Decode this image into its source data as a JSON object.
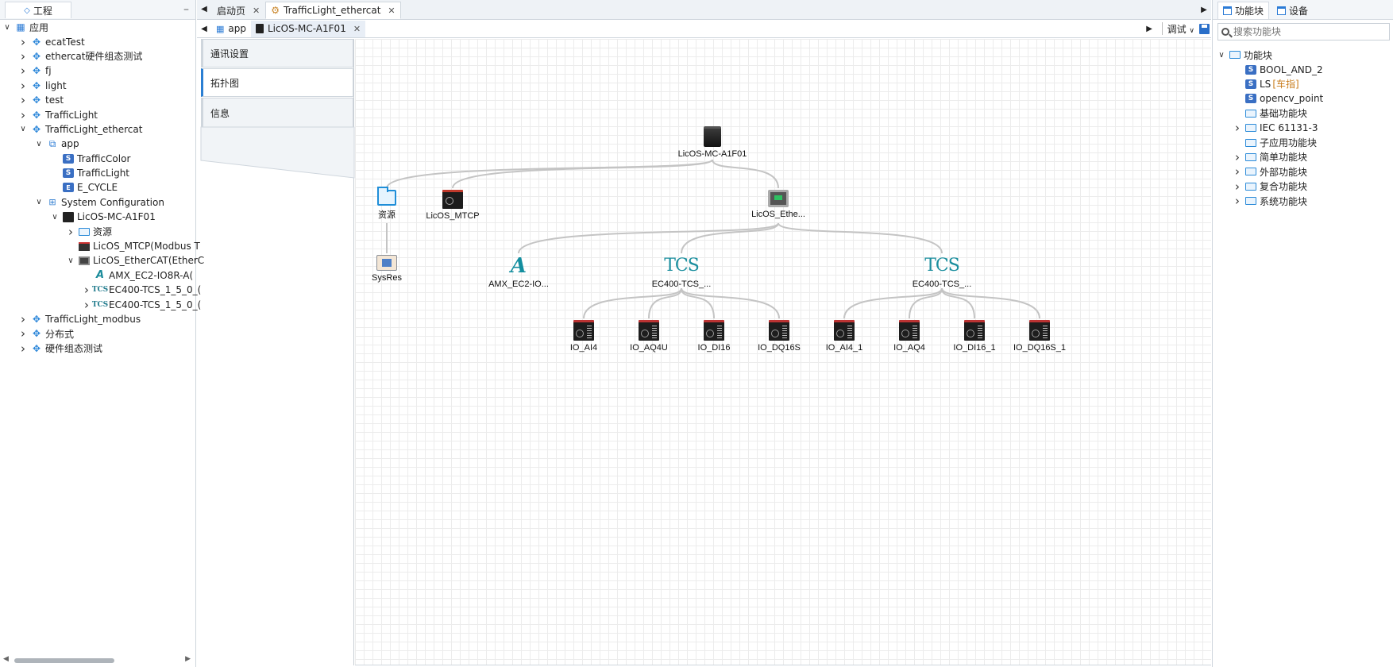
{
  "left_panel": {
    "tab_label": "工程",
    "tree": [
      {
        "label": "应用",
        "depth": 0,
        "chevron": "down",
        "icon": "app"
      },
      {
        "label": "ecatTest",
        "depth": 1,
        "chevron": "right",
        "icon": "project"
      },
      {
        "label": "ethercat硬件组态测试",
        "depth": 1,
        "chevron": "right",
        "icon": "project"
      },
      {
        "label": "fj",
        "depth": 1,
        "chevron": "right",
        "icon": "project"
      },
      {
        "label": "light",
        "depth": 1,
        "chevron": "right",
        "icon": "project"
      },
      {
        "label": "test",
        "depth": 1,
        "chevron": "right",
        "icon": "project"
      },
      {
        "label": "TrafficLight",
        "depth": 1,
        "chevron": "right",
        "icon": "project"
      },
      {
        "label": "TrafficLight_ethercat",
        "depth": 1,
        "chevron": "down",
        "icon": "project"
      },
      {
        "label": "app",
        "depth": 2,
        "chevron": "down",
        "icon": "app-folder"
      },
      {
        "label": "TrafficColor",
        "depth": 3,
        "chevron": "none",
        "icon": "struct"
      },
      {
        "label": "TrafficLight",
        "depth": 3,
        "chevron": "none",
        "icon": "struct"
      },
      {
        "label": "E_CYCLE",
        "depth": 3,
        "chevron": "none",
        "icon": "event"
      },
      {
        "label": "System Configuration",
        "depth": 2,
        "chevron": "down",
        "icon": "system"
      },
      {
        "label": "LicOS-MC-A1F01",
        "depth": 3,
        "chevron": "down",
        "icon": "device"
      },
      {
        "label": "资源",
        "depth": 4,
        "chevron": "right",
        "icon": "folder"
      },
      {
        "label": "LicOS_MTCP(Modbus T",
        "depth": 4,
        "chevron": "none",
        "icon": "mtcp"
      },
      {
        "label": "LicOS_EtherCAT(EtherC",
        "depth": 4,
        "chevron": "down",
        "icon": "ethercat"
      },
      {
        "label": "AMX_EC2-IO8R-A(",
        "depth": 5,
        "chevron": "none",
        "icon": "amx"
      },
      {
        "label": "EC400-TCS_1_5_0_(",
        "depth": 5,
        "chevron": "right",
        "icon": "tcs"
      },
      {
        "label": "EC400-TCS_1_5_0_(",
        "depth": 5,
        "chevron": "right",
        "icon": "tcs"
      },
      {
        "label": "TrafficLight_modbus",
        "depth": 1,
        "chevron": "right",
        "icon": "project"
      },
      {
        "label": "分布式",
        "depth": 1,
        "chevron": "right",
        "icon": "project"
      },
      {
        "label": "硬件组态测试",
        "depth": 1,
        "chevron": "right",
        "icon": "project"
      }
    ]
  },
  "editor": {
    "tabs": [
      {
        "label": "启动页",
        "active": false
      },
      {
        "label": "TrafficLight_ethercat",
        "active": true
      }
    ],
    "subtabs": [
      {
        "label": "app",
        "active": false
      },
      {
        "label": "LicOS-MC-A1F01",
        "active": true
      }
    ],
    "debug_label": "调试",
    "side_tabs": [
      {
        "label": "通讯设置",
        "active": false
      },
      {
        "label": "拓扑图",
        "active": true
      },
      {
        "label": "信息",
        "active": false
      }
    ]
  },
  "topology": {
    "nodes": [
      {
        "id": "root",
        "label": "LicOS-MC-A1F01",
        "icon": "plc"
      },
      {
        "id": "res",
        "label": "资源",
        "icon": "folder"
      },
      {
        "id": "mtcp",
        "label": "LicOS_MTCP",
        "icon": "mtcp"
      },
      {
        "id": "eth",
        "label": "LicOS_Ethe...",
        "icon": "ethernet"
      },
      {
        "id": "sysres",
        "label": "SysRes",
        "icon": "sysres"
      },
      {
        "id": "amx",
        "label": "AMX_EC2-IO...",
        "icon": "amx"
      },
      {
        "id": "tcs1",
        "label": "EC400-TCS_...",
        "icon": "tcs"
      },
      {
        "id": "tcs2",
        "label": "EC400-TCS_...",
        "icon": "tcs"
      },
      {
        "id": "io1",
        "label": "IO_AI4",
        "icon": "io"
      },
      {
        "id": "io2",
        "label": "IO_AQ4U",
        "icon": "io"
      },
      {
        "id": "io3",
        "label": "IO_DI16",
        "icon": "io"
      },
      {
        "id": "io4",
        "label": "IO_DQ16S",
        "icon": "io"
      },
      {
        "id": "io5",
        "label": "IO_AI4_1",
        "icon": "io"
      },
      {
        "id": "io6",
        "label": "IO_AQ4",
        "icon": "io"
      },
      {
        "id": "io7",
        "label": "IO_DI16_1",
        "icon": "io"
      },
      {
        "id": "io8",
        "label": "IO_DQ16S_1",
        "icon": "io"
      }
    ],
    "edges": [
      [
        "root",
        "res"
      ],
      [
        "root",
        "mtcp"
      ],
      [
        "root",
        "eth"
      ],
      [
        "res",
        "sysres"
      ],
      [
        "eth",
        "amx"
      ],
      [
        "eth",
        "tcs1"
      ],
      [
        "eth",
        "tcs2"
      ],
      [
        "tcs1",
        "io1"
      ],
      [
        "tcs1",
        "io2"
      ],
      [
        "tcs1",
        "io3"
      ],
      [
        "tcs1",
        "io4"
      ],
      [
        "tcs2",
        "io5"
      ],
      [
        "tcs2",
        "io6"
      ],
      [
        "tcs2",
        "io7"
      ],
      [
        "tcs2",
        "io8"
      ]
    ]
  },
  "right_panel": {
    "tabs": [
      {
        "label": "功能块",
        "active": true
      },
      {
        "label": "设备",
        "active": false
      }
    ],
    "search_placeholder": "搜索功能块",
    "tree": [
      {
        "label": "功能块",
        "depth": 0,
        "chevron": "down",
        "icon": "folder"
      },
      {
        "label": "BOOL_AND_2",
        "depth": 1,
        "chevron": "none",
        "icon": "struct",
        "tag": ""
      },
      {
        "label": "LS",
        "depth": 1,
        "chevron": "none",
        "icon": "struct",
        "tag": "[车指]"
      },
      {
        "label": "opencv_point",
        "depth": 1,
        "chevron": "none",
        "icon": "struct",
        "tag": ""
      },
      {
        "label": "基础功能块",
        "depth": 1,
        "chevron": "none",
        "icon": "folder",
        "tag": ""
      },
      {
        "label": "IEC 61131-3",
        "depth": 1,
        "chevron": "right",
        "icon": "folder",
        "tag": ""
      },
      {
        "label": "子应用功能块",
        "depth": 1,
        "chevron": "none",
        "icon": "folder",
        "tag": ""
      },
      {
        "label": "简单功能块",
        "depth": 1,
        "chevron": "right",
        "icon": "folder",
        "tag": ""
      },
      {
        "label": "外部功能块",
        "depth": 1,
        "chevron": "right",
        "icon": "folder",
        "tag": ""
      },
      {
        "label": "复合功能块",
        "depth": 1,
        "chevron": "right",
        "icon": "folder",
        "tag": ""
      },
      {
        "label": "系统功能块",
        "depth": 1,
        "chevron": "right",
        "icon": "folder",
        "tag": ""
      }
    ]
  }
}
